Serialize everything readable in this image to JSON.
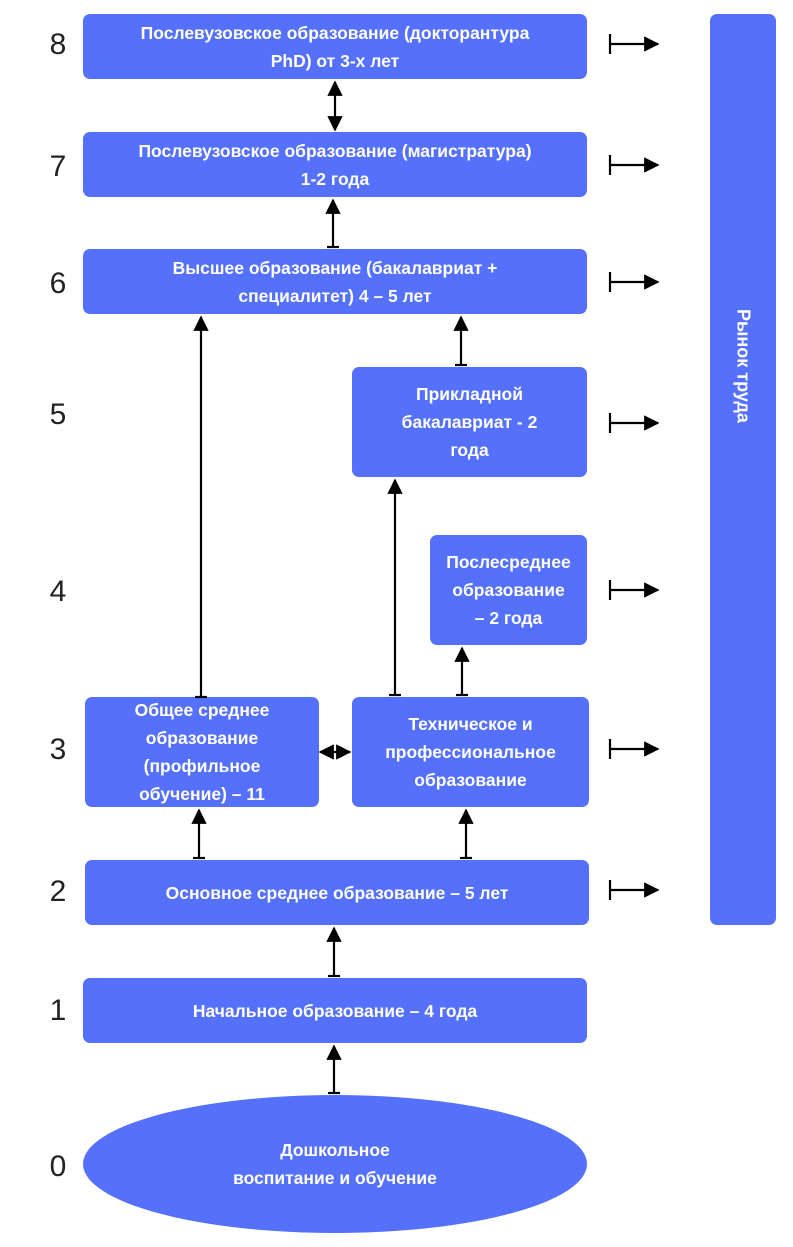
{
  "levels": [
    "8",
    "7",
    "6",
    "5",
    "4",
    "3",
    "2",
    "1",
    "0"
  ],
  "boxes": {
    "phd": "Послевузовское образование (докторантура\nPhD) от 3-х лет",
    "masters": "Послевузовское образование (магистратура)\n1-2 года",
    "higher": "Высшее образование (бакалавриат +\nспециалитет) 4 – 5 лет",
    "applied_bachelor": "Прикладной\nбакалавриат - 2\nгода",
    "post_secondary": "Послесреднее\nобразование\n– 2 года",
    "general_secondary": "Общее среднее\nобразование\n(профильное\nобучение) – 11",
    "technical_vocational": "Техническое и\nпрофессиональное\nобразование",
    "basic_secondary": "Основное среднее образование – 5 лет",
    "primary": "Начальное образование – 4 года",
    "preschool": "Дошкольное\nвоспитание и обучение"
  },
  "labor_market": "Рынок труда",
  "colors": {
    "box": "#5571fb",
    "text": "#ffffff",
    "arrow": "#000000"
  }
}
